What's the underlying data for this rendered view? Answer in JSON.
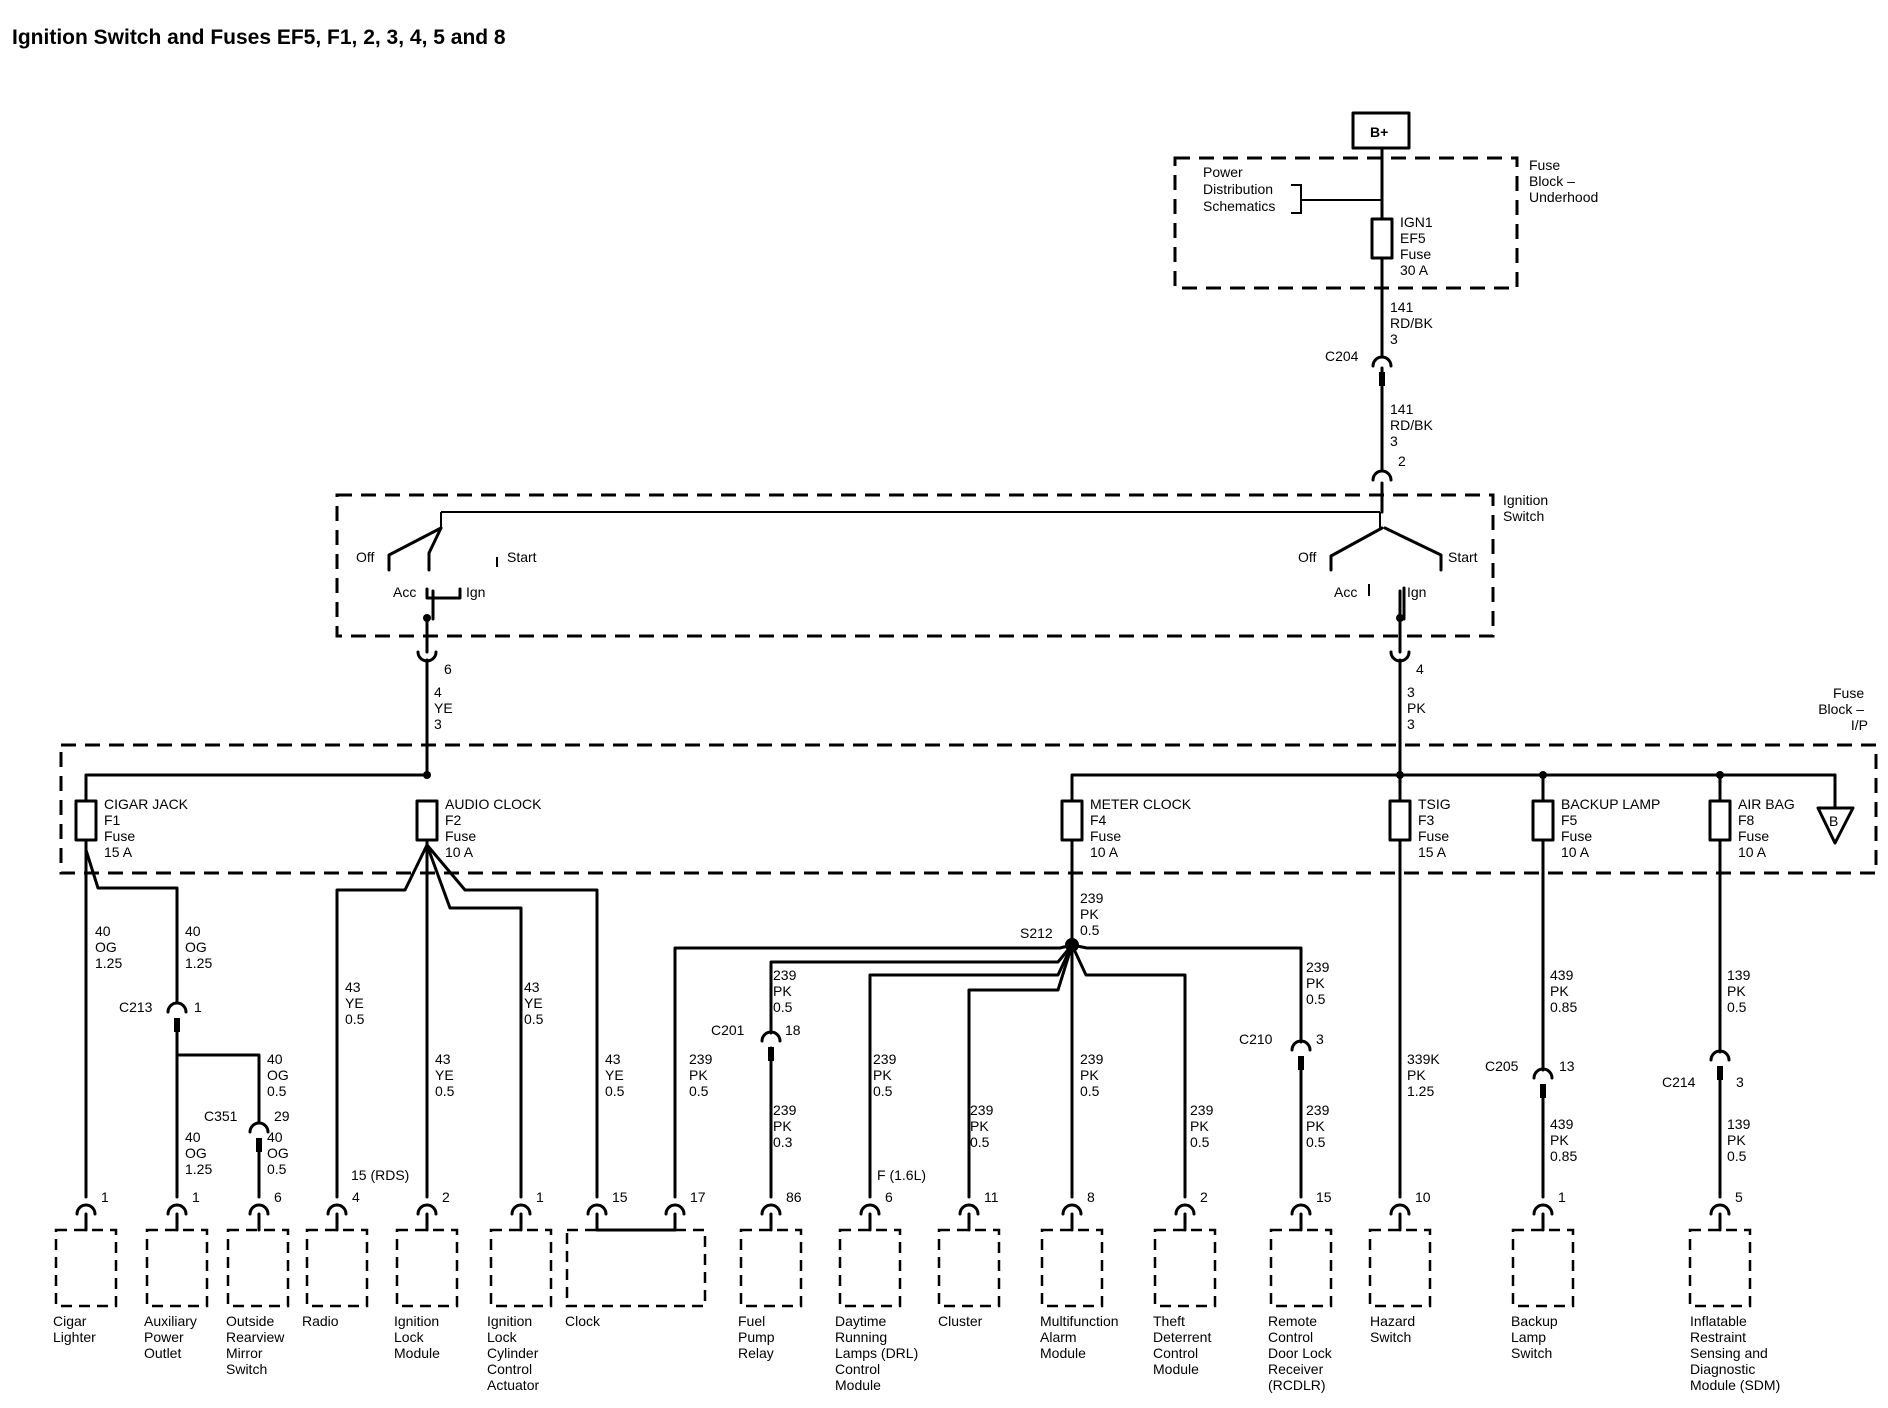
{
  "title": "Ignition Switch and Fuses EF5, F1, 2, 3, 4, 5 and 8",
  "battery_label": "B+",
  "power_dist": [
    "Power",
    "Distribution",
    "Schematics"
  ],
  "underhood_block": [
    "Fuse",
    "Block –",
    "Underhood"
  ],
  "ef5_fuse": [
    "IGN1",
    "EF5",
    "Fuse",
    "30 A"
  ],
  "wire_141_top": [
    "141",
    "RD/BK",
    "3"
  ],
  "wire_141_bottom": [
    "141",
    "RD/BK",
    "3"
  ],
  "c204": "C204",
  "c204_pin2": "2",
  "ignition_switch_label": [
    "Ignition",
    "Switch"
  ],
  "switch_left": {
    "off": "Off",
    "start": "Start",
    "acc": "Acc",
    "ign": "Ign",
    "pin": "6"
  },
  "switch_right": {
    "off": "Off",
    "start": "Start",
    "acc": "Acc",
    "ign": "Ign",
    "pin": "4"
  },
  "wire_4ye": [
    "4",
    "YE",
    "3"
  ],
  "wire_3pk": [
    "3",
    "PK",
    "3"
  ],
  "ip_block": [
    "Fuse",
    "Block –",
    "I/P"
  ],
  "fuses": [
    {
      "id": "f1",
      "lines": [
        "CIGAR JACK",
        "F1",
        "Fuse",
        "15 A"
      ]
    },
    {
      "id": "f2",
      "lines": [
        "AUDIO CLOCK",
        "F2",
        "Fuse",
        "10 A"
      ]
    },
    {
      "id": "f4",
      "lines": [
        "METER CLOCK",
        "F4",
        "Fuse",
        "10 A"
      ]
    },
    {
      "id": "f3",
      "lines": [
        "TSIG",
        "F3",
        "Fuse",
        "15 A"
      ]
    },
    {
      "id": "f5",
      "lines": [
        "BACKUP LAMP",
        "F5",
        "Fuse",
        "10 A"
      ]
    },
    {
      "id": "f8",
      "lines": [
        "AIR BAG",
        "F8",
        "Fuse",
        "10 A"
      ]
    }
  ],
  "offpage_b": "B",
  "s212": "S212",
  "s212_wire": [
    "239",
    "PK",
    "0.5"
  ],
  "wire_labels": [
    {
      "id": "og1",
      "lines": [
        "40",
        "OG",
        "1.25"
      ]
    },
    {
      "id": "og2",
      "lines": [
        "40",
        "OG",
        "1.25"
      ]
    },
    {
      "id": "og3",
      "lines": [
        "40",
        "OG",
        "0.5"
      ]
    },
    {
      "id": "og4",
      "lines": [
        "40",
        "OG",
        "1.25"
      ]
    },
    {
      "id": "og5",
      "lines": [
        "40",
        "OG",
        "0.5"
      ]
    },
    {
      "id": "ye1",
      "lines": [
        "43",
        "YE",
        "0.5"
      ]
    },
    {
      "id": "ye2",
      "lines": [
        "43",
        "YE",
        "0.5"
      ]
    },
    {
      "id": "ye3",
      "lines": [
        "43",
        "YE",
        "0.5"
      ]
    },
    {
      "id": "ye4",
      "lines": [
        "43",
        "YE",
        "0.5"
      ]
    },
    {
      "id": "pk1",
      "lines": [
        "239",
        "PK",
        "0.5"
      ]
    },
    {
      "id": "pk2",
      "lines": [
        "239",
        "PK",
        "0.5"
      ]
    },
    {
      "id": "pk3",
      "lines": [
        "239",
        "PK",
        "0.3"
      ]
    },
    {
      "id": "pk4",
      "lines": [
        "239",
        "PK",
        "0.5"
      ]
    },
    {
      "id": "pk5",
      "lines": [
        "239",
        "PK",
        "0.5"
      ]
    },
    {
      "id": "pk6",
      "lines": [
        "239",
        "PK",
        "0.5"
      ]
    },
    {
      "id": "pk7",
      "lines": [
        "239",
        "PK",
        "0.5"
      ]
    },
    {
      "id": "pk8",
      "lines": [
        "239",
        "PK",
        "0.5"
      ]
    },
    {
      "id": "pk9",
      "lines": [
        "239",
        "PK",
        "0.5"
      ]
    },
    {
      "id": "pk10",
      "lines": [
        "339K",
        "PK",
        "1.25"
      ]
    },
    {
      "id": "pk11",
      "lines": [
        "439",
        "PK",
        "0.85"
      ]
    },
    {
      "id": "pk12",
      "lines": [
        "439",
        "PK",
        "0.85"
      ]
    },
    {
      "id": "pk13",
      "lines": [
        "139",
        "PK",
        "0.5"
      ]
    },
    {
      "id": "pk14",
      "lines": [
        "139",
        "PK",
        "0.5"
      ]
    }
  ],
  "inline_connectors": [
    {
      "id": "c213",
      "name": "C213",
      "pin": "1"
    },
    {
      "id": "c351",
      "name": "C351",
      "pin": "29"
    },
    {
      "id": "c201",
      "name": "C201",
      "pin": "18"
    },
    {
      "id": "c210",
      "name": "C210",
      "pin": "3"
    },
    {
      "id": "c205",
      "name": "C205",
      "pin": "13"
    },
    {
      "id": "c214",
      "name": "C214",
      "pin": "3"
    }
  ],
  "radio_note": "15 (RDS)",
  "drl_note": "F (1.6L)",
  "pins": [
    "1",
    "1",
    "6",
    "4",
    "2",
    "1",
    "15",
    "17",
    "86",
    "6",
    "11",
    "8",
    "2",
    "15",
    "10",
    "1",
    "5"
  ],
  "components": [
    {
      "id": "cigar-lighter",
      "lines": [
        "Cigar",
        "Lighter"
      ]
    },
    {
      "id": "auxiliary-power-outlet",
      "lines": [
        "Auxiliary",
        "Power",
        "Outlet"
      ]
    },
    {
      "id": "outside-rearview-mirror-switch",
      "lines": [
        "Outside",
        "Rearview",
        "Mirror",
        "Switch"
      ]
    },
    {
      "id": "radio",
      "lines": [
        "Radio"
      ]
    },
    {
      "id": "ignition-lock-module",
      "lines": [
        "Ignition",
        "Lock",
        "Module"
      ]
    },
    {
      "id": "ignition-lock-cylinder-control-actuator",
      "lines": [
        "Ignition",
        "Lock",
        "Cylinder",
        "Control",
        "Actuator"
      ]
    },
    {
      "id": "clock",
      "lines": [
        "Clock"
      ]
    },
    {
      "id": "fuel-pump-relay",
      "lines": [
        "Fuel",
        "Pump",
        "Relay"
      ]
    },
    {
      "id": "drl-control-module",
      "lines": [
        "Daytime",
        "Running",
        "Lamps (DRL)",
        "Control",
        "Module"
      ]
    },
    {
      "id": "cluster",
      "lines": [
        "Cluster"
      ]
    },
    {
      "id": "multifunction-alarm-module",
      "lines": [
        "Multifunction",
        "Alarm",
        "Module"
      ]
    },
    {
      "id": "theft-deterrent-control-module",
      "lines": [
        "Theft",
        "Deterrent",
        "Control",
        "Module"
      ]
    },
    {
      "id": "rcdlr",
      "lines": [
        "Remote",
        "Control",
        "Door Lock",
        "Receiver",
        "(RCDLR)"
      ]
    },
    {
      "id": "hazard-switch",
      "lines": [
        "Hazard",
        "Switch"
      ]
    },
    {
      "id": "backup-lamp-switch",
      "lines": [
        "Backup",
        "Lamp",
        "Switch"
      ]
    },
    {
      "id": "sdm",
      "lines": [
        "Inflatable",
        "Restraint",
        "Sensing and",
        "Diagnostic",
        "Module (SDM)"
      ]
    }
  ]
}
